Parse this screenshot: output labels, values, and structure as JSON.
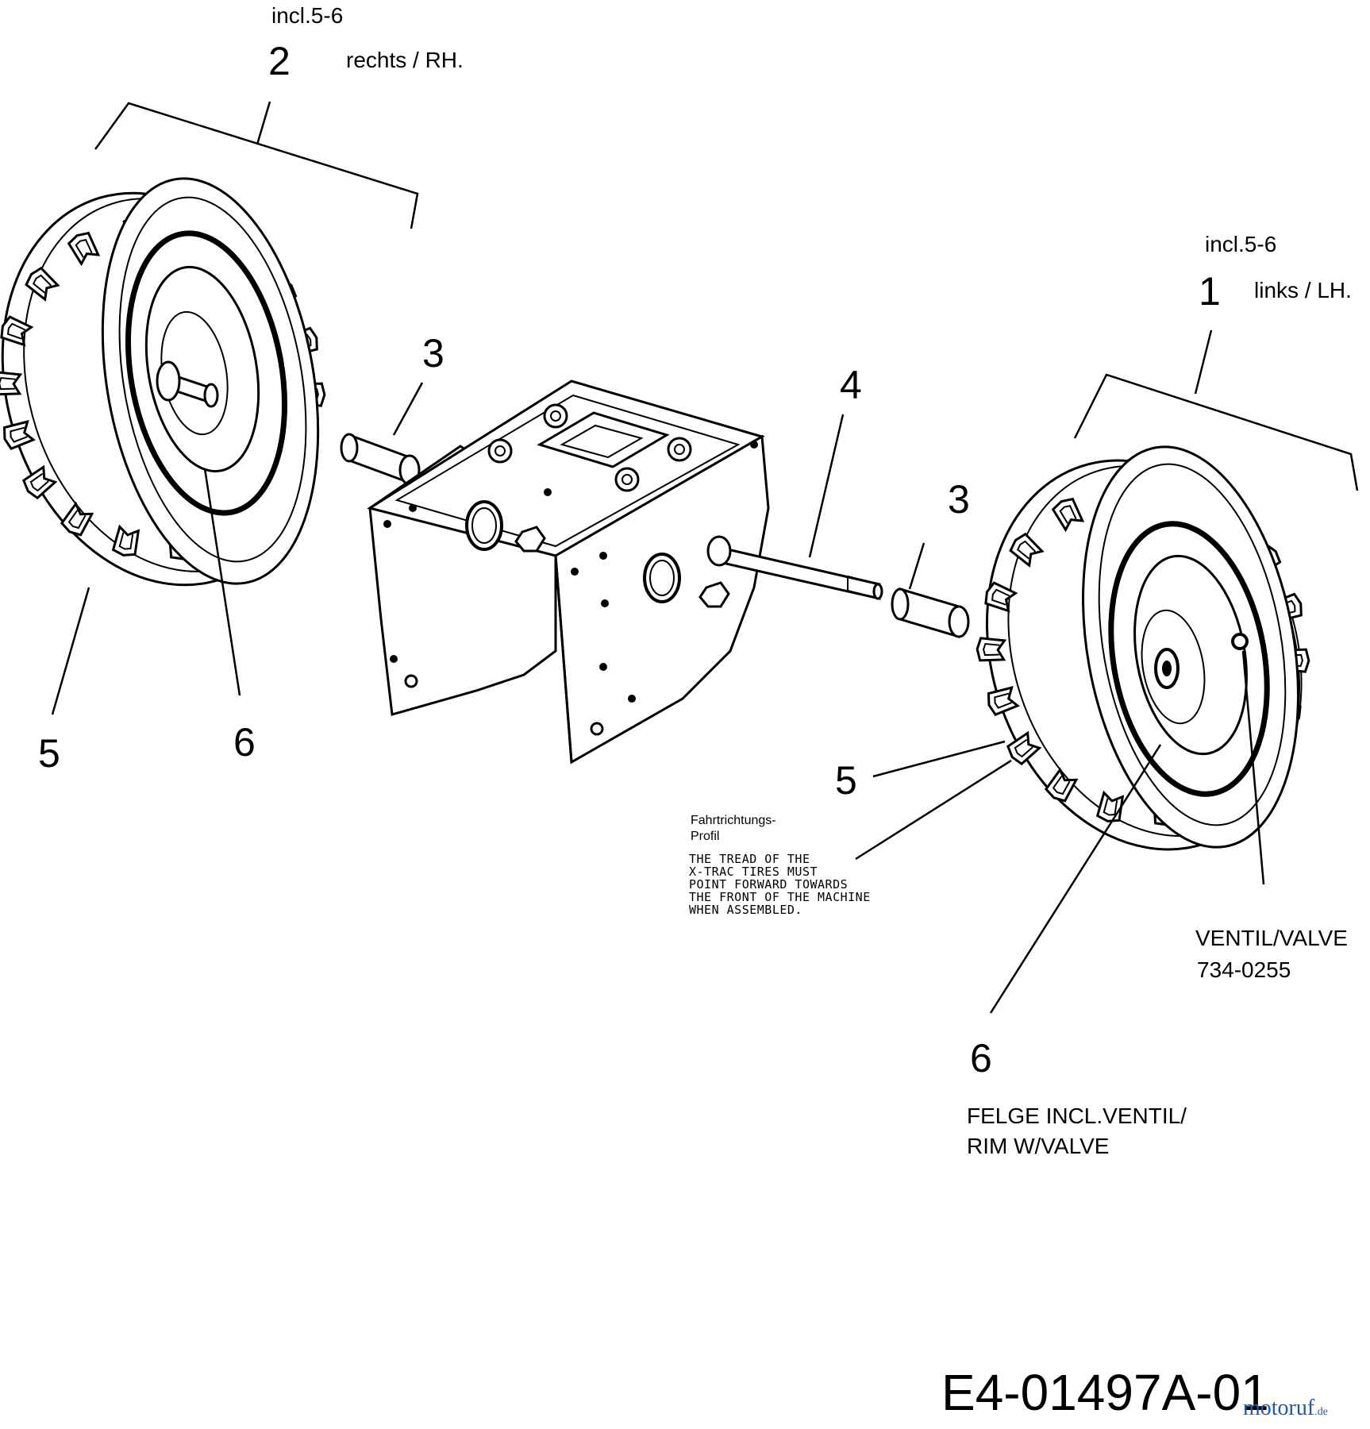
{
  "labels": {
    "assembly_right": {
      "number": "2",
      "incl": "incl.5-6",
      "side": "rechts / RH."
    },
    "assembly_left": {
      "number": "1",
      "incl": "incl.5-6",
      "side": "links / LH."
    },
    "spacer_left": "3",
    "spacer_right": "3",
    "axle": "4",
    "tire_left": "5",
    "rim_left": "6",
    "tire_right": "5",
    "rim_right": "6"
  },
  "valve": {
    "title": "VENTIL/VALVE",
    "part_number": "734-0255"
  },
  "rim_caption": {
    "line1": "FELGE INCL.VENTIL/",
    "line2": "RIM W/VALVE"
  },
  "tread_note": {
    "title_line1": "Fahrtrichtungs-",
    "title_line2": "Profil",
    "lines": [
      "THE TREAD OF THE",
      "X-TRAC TIRES MUST",
      "POINT FORWARD TOWARDS",
      "THE FRONT OF THE MACHINE",
      "WHEN ASSEMBLED."
    ]
  },
  "diagram_code": "E4-01497A-01",
  "watermark": {
    "text": "motoruf",
    "suffix": ".de"
  }
}
